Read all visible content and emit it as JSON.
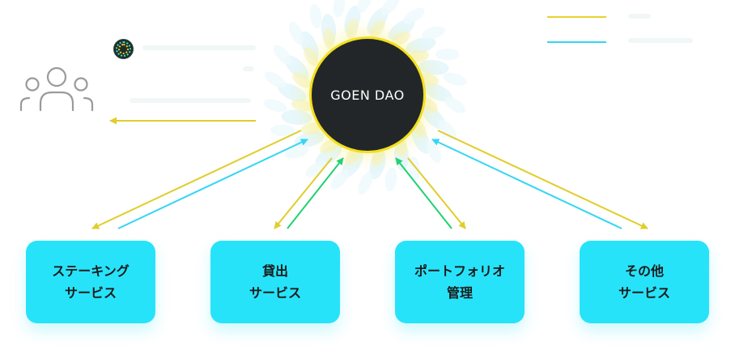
{
  "hub": {
    "label": "GOEN DAO"
  },
  "services": [
    {
      "id": "staking",
      "line1": "ステーキング",
      "line2": "サービス"
    },
    {
      "id": "lending",
      "line1": "貸出",
      "line2": "サービス"
    },
    {
      "id": "portfolio",
      "line1": "ポートフォリオ",
      "line2": "管理"
    },
    {
      "id": "other",
      "line1": "その他",
      "line2": "サービス"
    }
  ],
  "legend": {
    "items": [
      {
        "color": "#e8d12f",
        "label": ""
      },
      {
        "color": "#33d6f2",
        "label": ""
      }
    ]
  },
  "colors": {
    "hub_fill": "#232628",
    "hub_ring": "#f2df1f",
    "node_fill": "#27e3fa",
    "arrow_yellow": "#e1cd2b",
    "arrow_cyan": "#33d6f2",
    "arrow_green": "#1fd173",
    "users_icon": "#9a9a9a"
  },
  "icons": {
    "users": "users-icon",
    "token": "token-icon"
  }
}
